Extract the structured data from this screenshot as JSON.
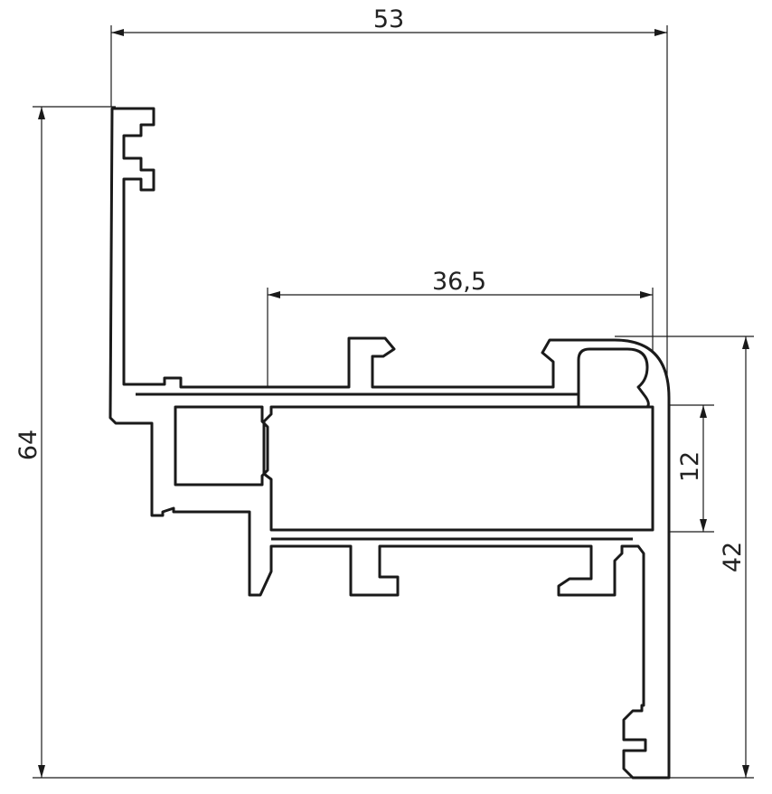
{
  "drawing": {
    "line_color": "#1a1a1a",
    "background": "#ffffff",
    "dimensions": {
      "overall_width": "53",
      "overall_height": "64",
      "inner_width": "36,5",
      "inner_height": "12",
      "right_height": "42"
    }
  }
}
